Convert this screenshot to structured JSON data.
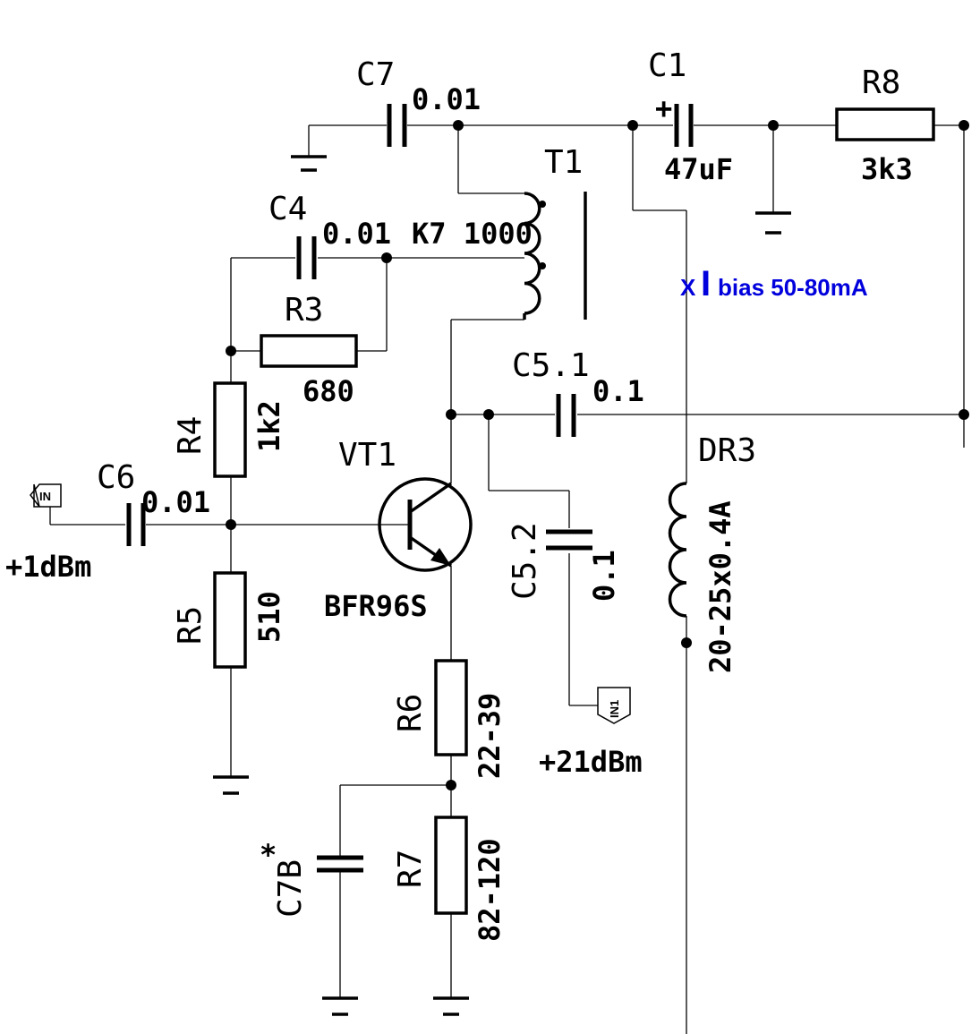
{
  "components": {
    "C7": {
      "ref": "C7",
      "value": "0.01"
    },
    "C1": {
      "ref": "C1",
      "value": "47uF",
      "polarity": "+"
    },
    "R8": {
      "ref": "R8",
      "value": "3k3"
    },
    "T1": {
      "ref": "T1",
      "value": "K7 1000"
    },
    "C4": {
      "ref": "C4",
      "value": "0.01"
    },
    "R3": {
      "ref": "R3",
      "value": "680"
    },
    "C5_1": {
      "ref": "C5.1",
      "value": "0.1"
    },
    "R4": {
      "ref": "R4",
      "value": "1k2"
    },
    "VT1": {
      "ref": "VT1",
      "value": "BFR96S"
    },
    "DR3": {
      "ref": "DR3",
      "value": "20-25x0.4A"
    },
    "C6": {
      "ref": "C6",
      "value": "0.01"
    },
    "R5": {
      "ref": "R5",
      "value": "510"
    },
    "C5_2": {
      "ref": "C5.2",
      "value": "0.1"
    },
    "R6": {
      "ref": "R6",
      "value": "22-39"
    },
    "C7B": {
      "ref": "C7B",
      "star": "*"
    },
    "R7": {
      "ref": "R7",
      "value": "82-120"
    }
  },
  "ports": {
    "input": {
      "label": "IN",
      "level": "+1dBm"
    },
    "output": {
      "label": "IN1",
      "level": "+21dBm"
    }
  },
  "annotation": {
    "marker": "X",
    "big_letter": "I",
    "text": "bias 50-80mA"
  }
}
